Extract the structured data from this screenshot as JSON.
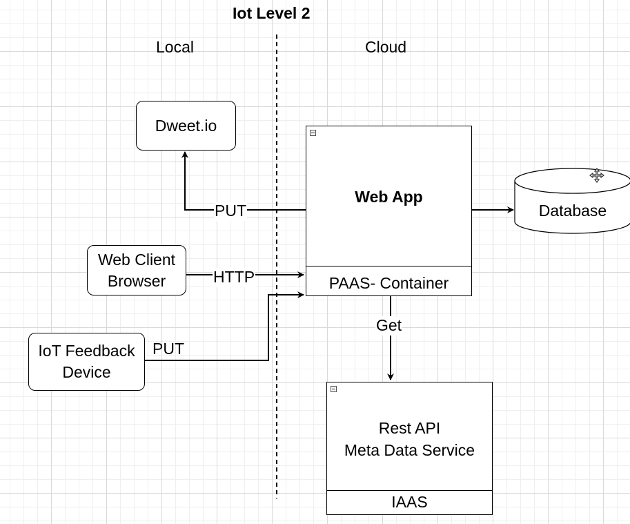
{
  "title": "Iot Level 2",
  "zones": {
    "local": "Local",
    "cloud": "Cloud"
  },
  "nodes": {
    "dweet": "Dweet.io",
    "web_client": "Web Client\nBrowser",
    "iot_device": "IoT Feedback\nDevice",
    "web_app": "Web App",
    "paas": "PAAS- Container",
    "database": "Database",
    "rest_api": "Rest API\nMeta Data Service",
    "iaas": "IAAS"
  },
  "edges": {
    "put_dweet": "PUT",
    "http": "HTTP",
    "put_iot": "PUT",
    "get": "Get"
  },
  "icons": {
    "collapse": "collapse-icon",
    "move": "move-cursor-icon"
  }
}
